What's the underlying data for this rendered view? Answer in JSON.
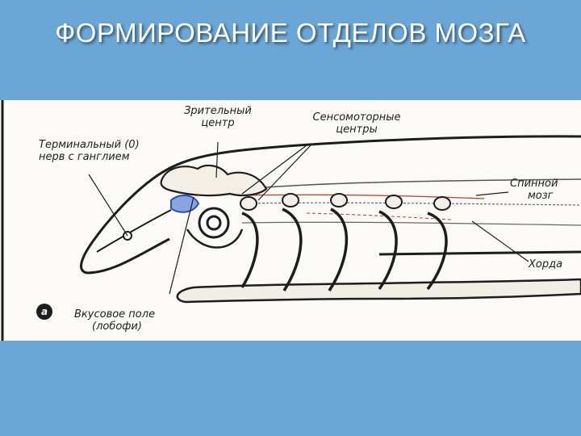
{
  "slide": {
    "title": "ФОРМИРОВАНИЕ ОТДЕЛОВ МОЗГА"
  },
  "figure": {
    "panel_letter": "а",
    "labels": {
      "terminal_nerve": [
        "Терминальный (0)",
        "нерв с ганглием"
      ],
      "visual_center": [
        "Зрительный",
        "центр"
      ],
      "sensorimotor_centers": [
        "Сенсомоторные",
        "центры"
      ],
      "spinal_cord": [
        "Спинной",
        "мозг"
      ],
      "chorda": "Хорда",
      "taste_field": [
        "Вкусовое поле",
        "(лобофи)"
      ]
    }
  },
  "colors": {
    "background": "#6aa6d6",
    "figure_paper": "#fbfaf6",
    "ink": "#1d1d1d",
    "accent_red": "#c0392b",
    "accent_blue": "#2a4fb8"
  }
}
